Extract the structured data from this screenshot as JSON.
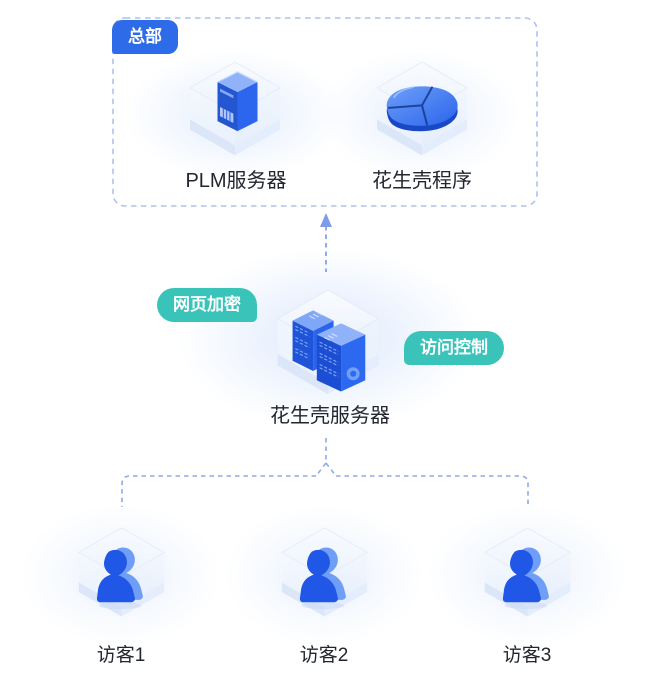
{
  "diagram": {
    "hq_group": {
      "badge": "总部",
      "nodes": [
        {
          "label": "PLM服务器",
          "icon": "server-tower-icon"
        },
        {
          "label": "花生壳程序",
          "icon": "peanut-shell-icon"
        }
      ]
    },
    "gateway": {
      "label": "花生壳服务器",
      "icon": "dual-server-icon",
      "badge_left": "网页加密",
      "badge_right": "访问控制"
    },
    "visitors": [
      {
        "label": "访客1",
        "icon": "person-icon"
      },
      {
        "label": "访客2",
        "icon": "person-icon"
      },
      {
        "label": "访客3",
        "icon": "person-icon"
      }
    ],
    "colors": {
      "primary_blue": "#2B65E8",
      "dark_blue": "#1C4ED4",
      "light_blue": "#7FA6F7",
      "teal_badge": "#3AC3B8",
      "dashed_line": "#8EA8EA",
      "box_dash": "#ACC2F1",
      "text": "#22262E"
    }
  }
}
